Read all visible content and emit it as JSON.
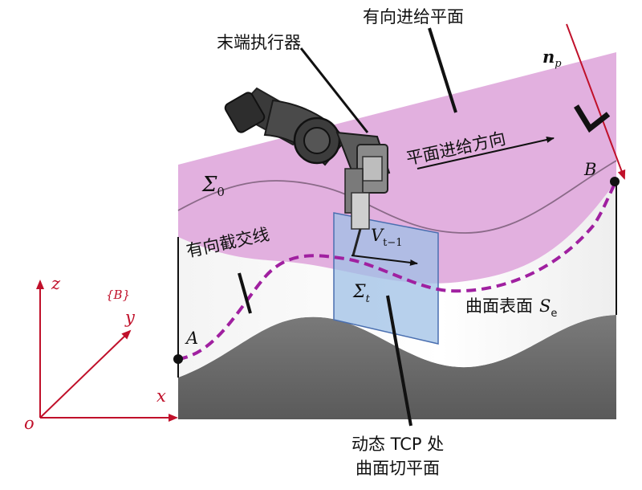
{
  "labels": {
    "feed_plane": "有向进给平面",
    "end_effector": "末端执行器",
    "normal": "n",
    "normal_sub": "p",
    "sigma0": "Σ",
    "sigma0_sub": "0",
    "feed_direction": "平面进给方向",
    "point_b": "B",
    "point_a": "A",
    "intersection_line": "有向截交线",
    "velocity": "V",
    "velocity_sub": "t−1",
    "sigma_t": "Σ",
    "sigma_t_sub": "t",
    "surface": "曲面表面",
    "surface_symbol": "S",
    "surface_sub": "e",
    "tcp_plane_line1": "动态 TCP 处",
    "tcp_plane_line2": "曲面切平面",
    "frame": "{B}",
    "axis_x": "x",
    "axis_y": "y",
    "axis_z": "z",
    "origin": "o"
  },
  "colors": {
    "feed_plane": "#dfa9dc",
    "feed_plane_edge": "#c487c0",
    "surface_white": "#f6f6f6",
    "surface_gray": "#6b6b6b",
    "intersection_dash": "#a020a0",
    "tangent_plane": "#9fc0e6",
    "axes_red": "#c0102a",
    "robot": "#3a3a3a"
  }
}
